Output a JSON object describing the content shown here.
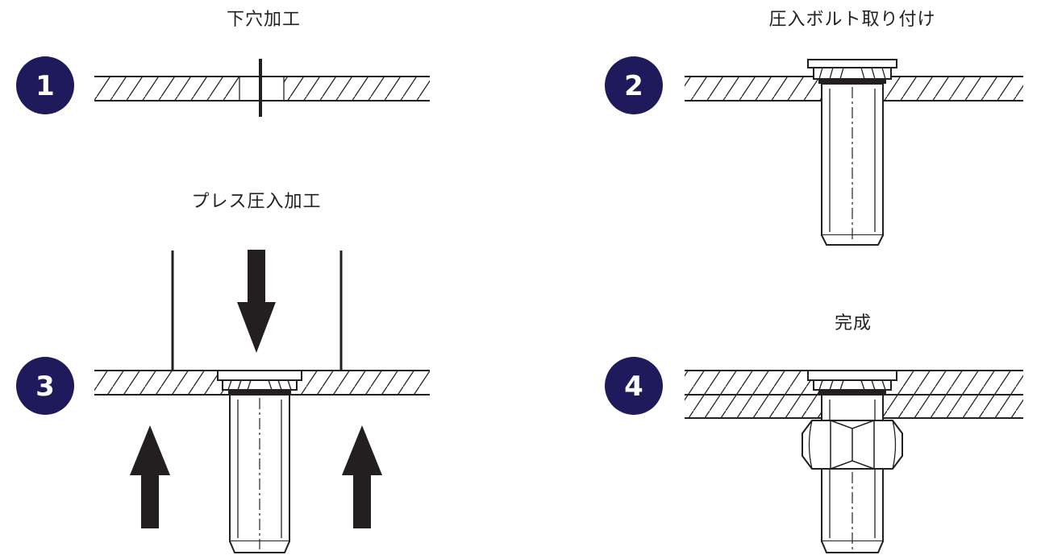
{
  "steps": [
    {
      "number": "1",
      "title": "下穴加工"
    },
    {
      "number": "2",
      "title": "圧入ボルト取り付け"
    },
    {
      "number": "3",
      "title": "プレス圧入加工"
    },
    {
      "number": "4",
      "title": "完成"
    }
  ],
  "colors": {
    "badge": "#1e1a5c",
    "line": "#231f20",
    "arrow": "#231f20"
  }
}
